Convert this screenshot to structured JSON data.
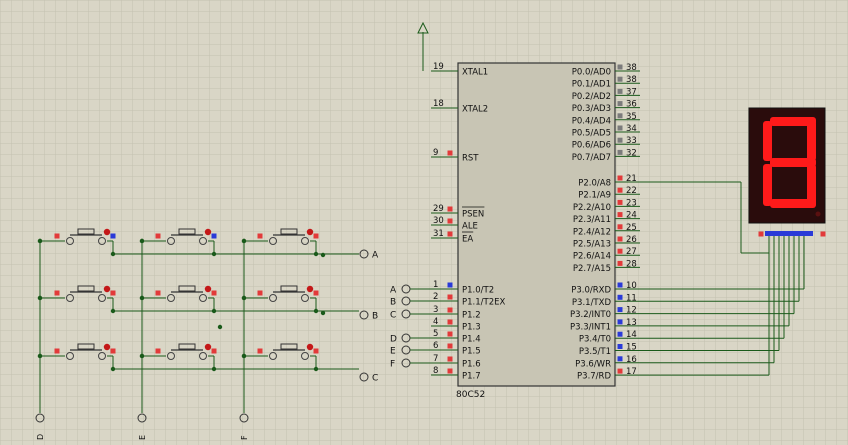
{
  "colors": {
    "background": "#d9d6c6",
    "grid": "#c4c1b0",
    "chip_fill": "#c8c5b4",
    "wire": "#1a5a1a",
    "pin_red": "#e23a3a",
    "pin_blue": "#2a3ad8",
    "pin_gray": "#7b7b7b",
    "segment_body": "#2a0c0c",
    "segment_on": "#ff1a1a"
  },
  "chip": {
    "name": "80C52",
    "left_pins": [
      {
        "num": "19",
        "label": "XTAL1"
      },
      {
        "num": "18",
        "label": "XTAL2"
      },
      {
        "num": "9",
        "label": "RST"
      },
      {
        "num": "29",
        "label": "PSEN"
      },
      {
        "num": "30",
        "label": "ALE"
      },
      {
        "num": "31",
        "label": "EA"
      },
      {
        "num": "1",
        "label": "P1.0/T2"
      },
      {
        "num": "2",
        "label": "P1.1/T2EX"
      },
      {
        "num": "3",
        "label": "P1.2"
      },
      {
        "num": "4",
        "label": "P1.3"
      },
      {
        "num": "5",
        "label": "P1.4"
      },
      {
        "num": "6",
        "label": "P1.5"
      },
      {
        "num": "7",
        "label": "P1.6"
      },
      {
        "num": "8",
        "label": "P1.7"
      }
    ],
    "right_pins": [
      {
        "num": "38",
        "label": "P0.0/AD0"
      },
      {
        "num": "38",
        "label": "P0.1/AD1"
      },
      {
        "num": "37",
        "label": "P0.2/AD2"
      },
      {
        "num": "36",
        "label": "P0.3/AD3"
      },
      {
        "num": "35",
        "label": "P0.4/AD4"
      },
      {
        "num": "34",
        "label": "P0.5/AD5"
      },
      {
        "num": "33",
        "label": "P0.6/AD6"
      },
      {
        "num": "32",
        "label": "P0.7/AD7"
      },
      {
        "num": "21",
        "label": "P2.0/A8"
      },
      {
        "num": "22",
        "label": "P2.1/A9"
      },
      {
        "num": "23",
        "label": "P2.2/A10"
      },
      {
        "num": "24",
        "label": "P2.3/A11"
      },
      {
        "num": "25",
        "label": "P2.4/A12"
      },
      {
        "num": "26",
        "label": "P2.5/A13"
      },
      {
        "num": "27",
        "label": "P2.6/A14"
      },
      {
        "num": "28",
        "label": "P2.7/A15"
      },
      {
        "num": "10",
        "label": "P3.0/RXD"
      },
      {
        "num": "11",
        "label": "P3.1/TXD"
      },
      {
        "num": "12",
        "label": "P3.2/INT0"
      },
      {
        "num": "13",
        "label": "P3.3/INT1"
      },
      {
        "num": "14",
        "label": "P3.4/T0"
      },
      {
        "num": "15",
        "label": "P3.5/T1"
      },
      {
        "num": "16",
        "label": "P3.6/WR"
      },
      {
        "num": "17",
        "label": "P3.7/RD"
      }
    ]
  },
  "terminals": {
    "row_labels": [
      "A",
      "B",
      "C"
    ],
    "col_labels": [
      "D",
      "E",
      "F"
    ],
    "chip_inputs": [
      "A",
      "B",
      "C",
      "D",
      "E",
      "F"
    ]
  },
  "display": {
    "digit": "8"
  }
}
